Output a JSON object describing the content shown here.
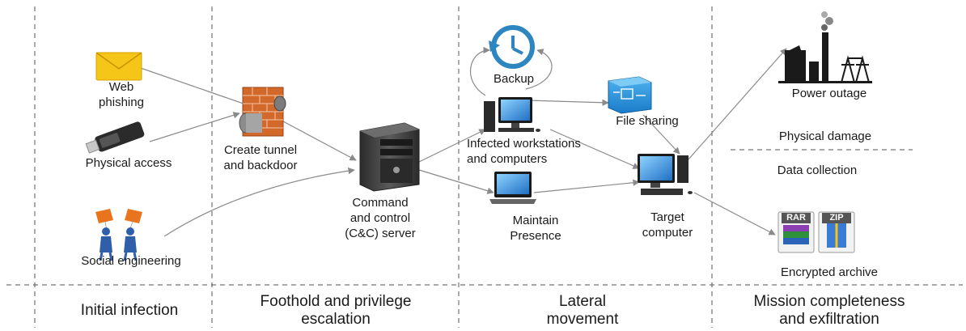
{
  "phases": [
    {
      "line1": "Initial infection",
      "line2": ""
    },
    {
      "line1": "Foothold and privilege",
      "line2": "escalation"
    },
    {
      "line1": "Lateral",
      "line2": "movement"
    },
    {
      "line1": "Mission completeness",
      "line2": "and exfiltration"
    }
  ],
  "nodes": {
    "web_phishing": {
      "line1": "Web",
      "line2": "phishing",
      "icon": "envelope-icon"
    },
    "physical_access": {
      "label": "Physical access",
      "icon": "usb-drive-icon"
    },
    "social_engineering": {
      "label": "Social engineering",
      "icon": "puppet-people-icon"
    },
    "tunnel": {
      "line1": "Create tunnel",
      "line2": "and backdoor",
      "icon": "brick-wall-tunnel-icon"
    },
    "cc_server": {
      "line1": "Command",
      "line2": "and control",
      "line3": "(C&C) server",
      "icon": "server-tower-icon"
    },
    "backup": {
      "label": "Backup",
      "icon": "backup-clock-icon"
    },
    "workstations": {
      "line1": "Infected workstations",
      "line2": "and computers",
      "icon": "desktop-computer-icon"
    },
    "file_sharing": {
      "label": "File sharing",
      "icon": "file-sharing-icon"
    },
    "maintain": {
      "line1": "Maintain",
      "line2": "Presence",
      "icon": "monitor-icon"
    },
    "target": {
      "line1": "Target",
      "line2": "computer",
      "icon": "target-computer-icon"
    },
    "power_outage": {
      "label": "Power outage",
      "icon": "power-plant-icon"
    },
    "physical_damage": {
      "label": "Physical damage"
    },
    "data_collection": {
      "label": "Data collection"
    },
    "archive": {
      "label": "Encrypted archive",
      "icon": "archive-icon",
      "rar": "RAR",
      "zip": "ZIP"
    }
  },
  "colors": {
    "arrow": "#8a8a8a",
    "divider": "#555555",
    "envelope": "#f5c518",
    "brick": "#d2692a",
    "server": "#3a3a3a",
    "backup_blue": "#2e86c1",
    "file_sharing_blue": "#1f8fd6",
    "puppet_orange": "#e8741e",
    "puppet_blue": "#2f5fa8"
  }
}
